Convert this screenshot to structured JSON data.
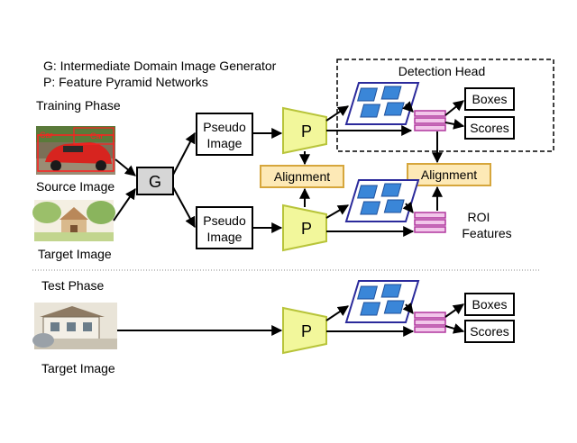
{
  "legend": {
    "g_def": "G: Intermediate Domain Image Generator",
    "p_def": "P: Feature Pyramid Networks"
  },
  "training": {
    "phase_label": "Training Phase",
    "source_label": "Source Image",
    "target_label": "Target Image",
    "source_tags": [
      "Car",
      "Car"
    ],
    "generator": "G",
    "pseudo_top": [
      "Pseudo",
      "Image"
    ],
    "pseudo_bottom": [
      "Pseudo",
      "Image"
    ],
    "fpn_top": "P",
    "fpn_bottom": "P",
    "alignment_left": "Alignment",
    "alignment_right": "Alignment",
    "detection_head": "Detection Head",
    "boxes": "Boxes",
    "scores": "Scores",
    "roi_features": [
      "ROI",
      "Features"
    ]
  },
  "test": {
    "phase_label": "Test Phase",
    "target_label": "Target Image",
    "fpn": "P",
    "boxes": "Boxes",
    "scores": "Scores"
  },
  "colors": {
    "fpn_fill": "#f2f79b",
    "fpn_stroke": "#b8c43a",
    "align_fill": "#fde9b6",
    "align_stroke": "#d6a63c",
    "roi_fill": "#f2c6ea",
    "roi_stroke": "#b1369e",
    "feature_square": "#3a86d8",
    "feature_frame": "#2b2a9b",
    "g_fill": "#d6d6d6"
  }
}
